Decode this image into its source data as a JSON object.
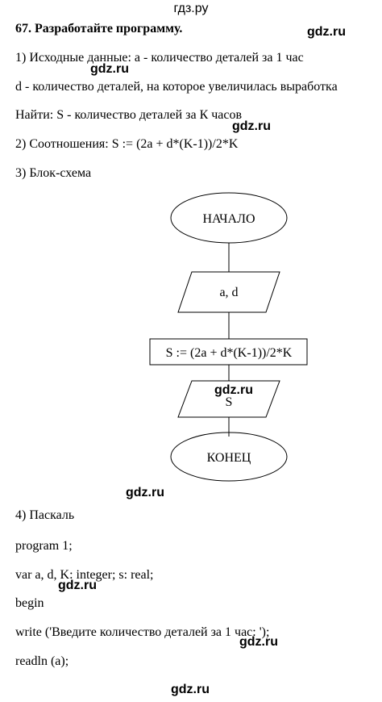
{
  "header": {
    "site": "гдз.ру"
  },
  "watermark": "gdz.ru",
  "task": {
    "title": "67. Разработайте программу.",
    "input_line": "1) Исходные данные: a - количество деталей за 1 час",
    "d_line": "d - количество деталей, на которое увеличилась выработка",
    "find_line": "Найти: S - количество деталей за К часов",
    "relations_line": "2) Соотношения: S := (2a + d*(K-1))/2*K",
    "flowchart_heading": "3) Блок-схема",
    "pascal_heading": "4) Паскаль"
  },
  "flowchart": {
    "start": "НАЧАЛО",
    "input": "a, d",
    "process": "S := (2a + d*(K-1))/2*K",
    "output": "S",
    "end": "КОНЕЦ"
  },
  "code": [
    "program 1;",
    "var a, d, K: integer; s: real;",
    "begin",
    "write ('Введите количество деталей за 1 час: ');",
    "readln (a);"
  ]
}
